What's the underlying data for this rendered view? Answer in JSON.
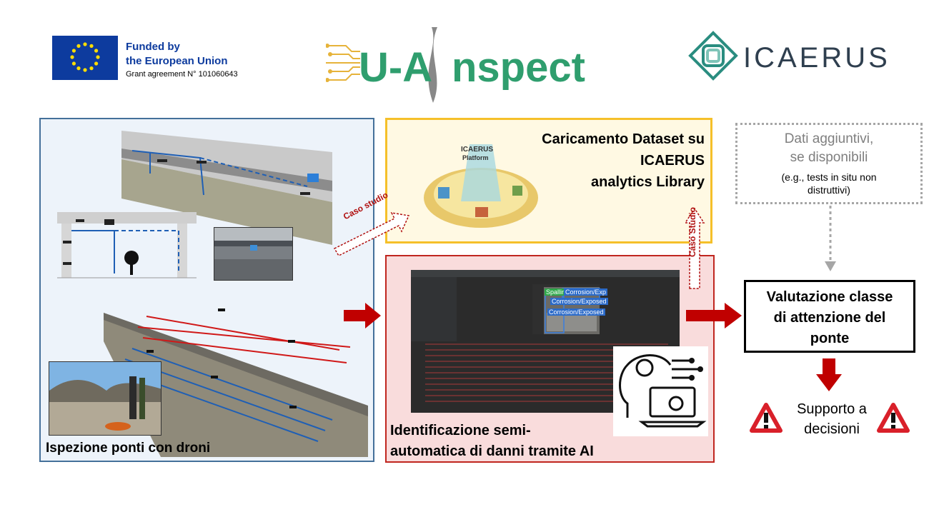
{
  "header": {
    "eu_line1": "Funded by",
    "eu_line2": "the European Union",
    "eu_grant": "Grant agreement N° 101060643",
    "project_logo_text": "U-AInspect",
    "partner_logo_text": "ICAERUS"
  },
  "panels": {
    "drone_inspection": {
      "label": "Ispezione ponti con droni"
    },
    "dataset_upload": {
      "label_lines": [
        "Caricamento Dataset su",
        "ICAERUS",
        "analytics Library"
      ]
    },
    "ai_detection": {
      "label_lines": [
        "Identificazione semi-",
        "automatica di danni tramite AI"
      ],
      "detections": [
        "Spallin",
        "Corrosion/Exp",
        "Corrosion/Exposed",
        "Corrosion/Exposed"
      ]
    },
    "additional_data": {
      "line1": "Dati aggiuntivi,",
      "line2": "se disponibili",
      "line3": "(e.g., tests in situ non",
      "line4": "distruttivi)"
    },
    "evaluation": {
      "label_lines": [
        "Valutazione classe",
        "di attenzione del",
        "ponte"
      ]
    },
    "support": {
      "line1": "Supporto a",
      "line2": "decisioni"
    }
  },
  "connectors": {
    "case_study_1": "Caso studio",
    "case_study_2": "Caso Studio"
  },
  "colors": {
    "eu_blue": "#0d3b9e",
    "eu_star": "#ffdd00",
    "logo_green": "#2f9e6e",
    "icaerus_teal": "#2a8d80",
    "panel_blue": "#44709a",
    "panel_yellow": "#f5c02a",
    "panel_red": "#c0261f",
    "arrow_red": "#c00000",
    "warning_red": "#d9202a"
  }
}
